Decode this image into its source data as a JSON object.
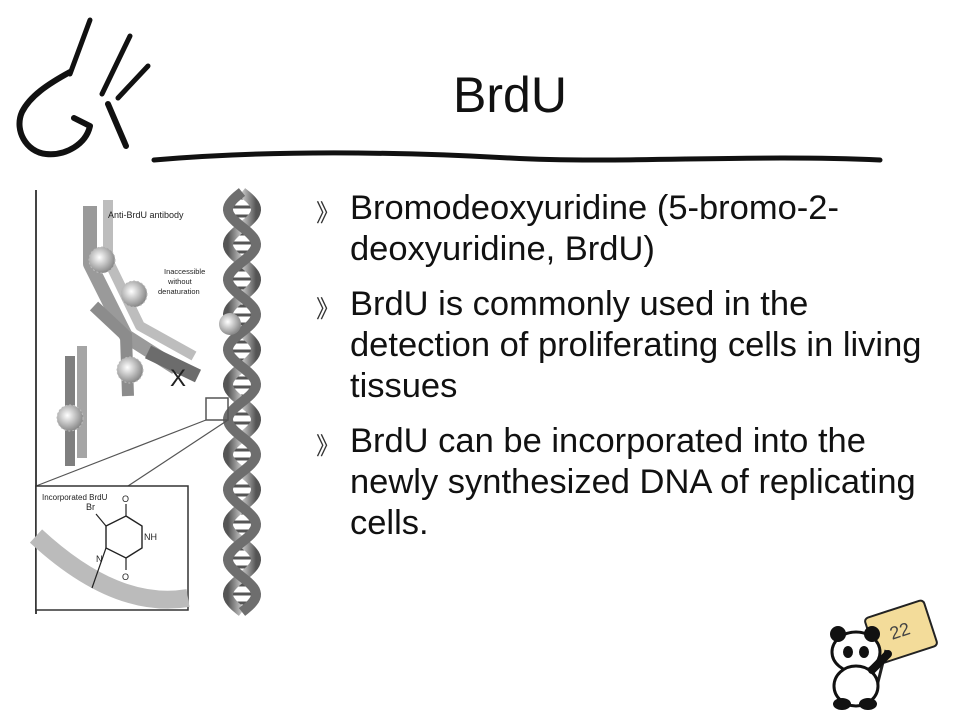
{
  "slide": {
    "title": "BrdU",
    "bullet_marker": "》",
    "bullets": [
      "Bromodeoxyuridine (5-bromo-2-deoxyuridine, BrdU)",
      "BrdU is commonly used in the detection of proliferating cells in living tissues",
      "BrdU can be incorporated into the newly synthesized DNA of replicating cells."
    ],
    "page_number": "22"
  },
  "figure": {
    "antibody_label": "Anti-BrdU antibody",
    "inaccessible_label": [
      "Inaccessible",
      "without",
      "denaturation"
    ],
    "inset_title": "Incorporated BrdU",
    "atom_br": "Br",
    "atom_o_top": "O",
    "atom_nh": "NH",
    "atom_n": "N",
    "atom_o_bottom": "O",
    "block_symbol": "X"
  }
}
